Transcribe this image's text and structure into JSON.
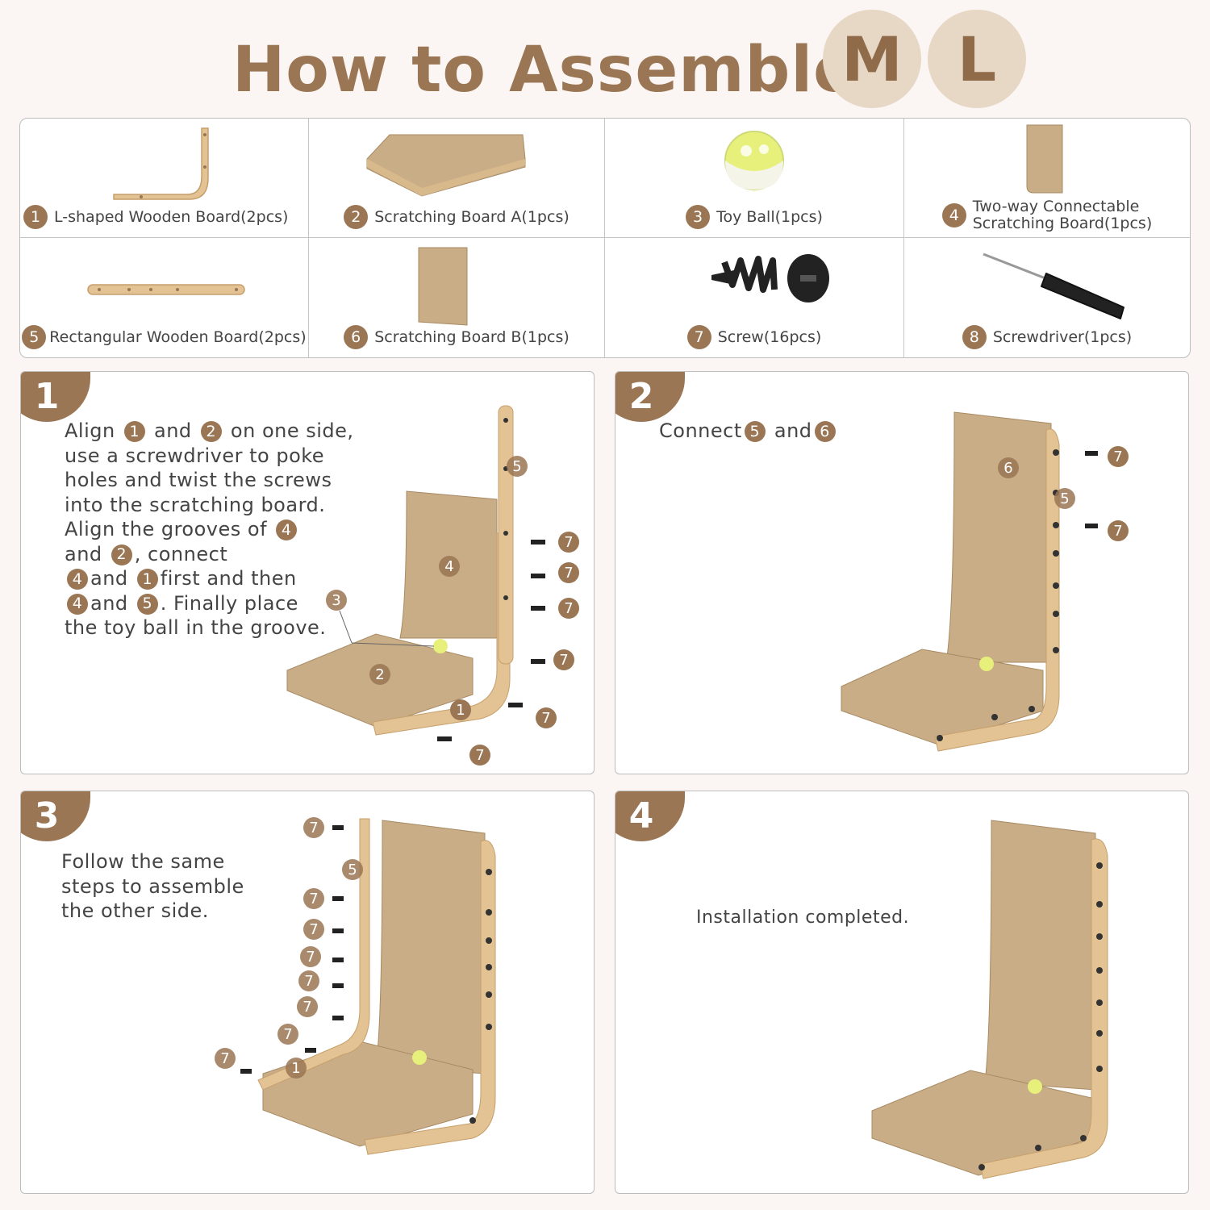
{
  "title": {
    "text": "How to Assemble",
    "size_m": "M",
    "size_l": "L"
  },
  "parts": [
    {
      "num": "1",
      "label": "L-shaped Wooden Board(2pcs)"
    },
    {
      "num": "2",
      "label": "Scratching Board A(1pcs)"
    },
    {
      "num": "3",
      "label": "Toy Ball(1pcs)"
    },
    {
      "num": "4",
      "label_line1": "Two-way Connectable",
      "label_line2": "Scratching Board(1pcs)"
    },
    {
      "num": "5",
      "label": "Rectangular Wooden Board(2pcs)"
    },
    {
      "num": "6",
      "label": "Scratching Board B(1pcs)"
    },
    {
      "num": "7",
      "label": "Screw(16pcs)"
    },
    {
      "num": "8",
      "label": "Screwdriver(1pcs)"
    }
  ],
  "steps": [
    {
      "num": "1",
      "lines": {
        "l1a": "Align",
        "l1b": "and",
        "l1c": "on one side,",
        "l2": "use a screwdriver to poke",
        "l3": "holes and twist the screws",
        "l4": "into the scratching board.",
        "l5": "Align the grooves of",
        "l6a": "and",
        "l6b": ", connect",
        "l7a": "and",
        "l7b": "first and then",
        "l8a": "and",
        "l8b": ". Finally place",
        "l9": "the toy ball in the groove."
      },
      "refs": {
        "a": "1",
        "b": "2",
        "c": "4",
        "d": "2",
        "e": "4",
        "f": "1",
        "g": "4",
        "h": "5"
      },
      "callouts": {
        "five": "5",
        "four": "4",
        "three": "3",
        "two": "2",
        "one": "1",
        "seven": "7"
      }
    },
    {
      "num": "2",
      "text_a": "Connect",
      "text_b": "and",
      "refs": {
        "a": "5",
        "b": "6"
      },
      "callouts": {
        "six": "6",
        "five": "5",
        "seven": "7"
      }
    },
    {
      "num": "3",
      "lines": {
        "l1": "Follow the same",
        "l2": "steps to assemble",
        "l3": "the other side."
      },
      "callouts": {
        "five": "5",
        "one": "1",
        "seven": "7"
      }
    },
    {
      "num": "4",
      "text": "Installation completed."
    }
  ],
  "colors": {
    "accent": "#9a7654",
    "badge_bg": "#e7d7c5",
    "wood": "#e3c393",
    "cardboard": "#c9ad86",
    "screw": "#222222"
  }
}
